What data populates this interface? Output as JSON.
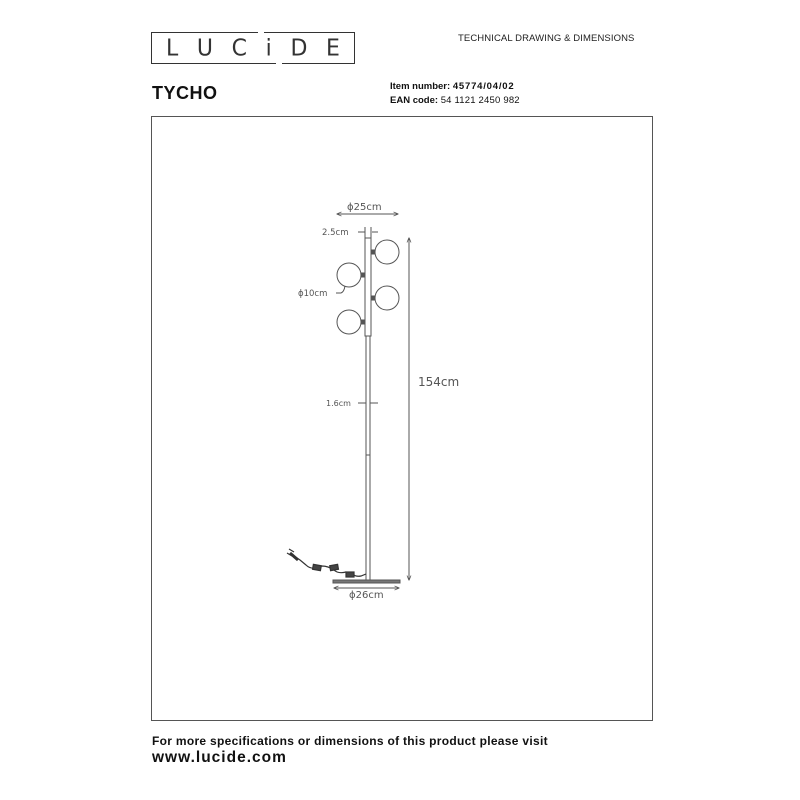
{
  "header": {
    "brand_letters": [
      "L",
      "U",
      "C",
      "i",
      "D",
      "E"
    ],
    "brand": "LUCIDE",
    "document_type": "TECHNICAL DRAWING & DIMENSIONS",
    "product_name": "TYCHO",
    "item_number_label": "Item number:",
    "item_number": "45774/04/02",
    "ean_label": "EAN code:",
    "ean": "5411212450982",
    "ean_display": "54 1121 2450 982"
  },
  "drawing": {
    "dimensions": {
      "head_width": "ϕ25cm",
      "tube_width": "2.5cm",
      "globe_diameter": "ϕ10cm",
      "total_height": "154cm",
      "pole_width": "1.6cm",
      "base_diameter": "ϕ26cm"
    },
    "globe_count": 4,
    "line_color": "#555555"
  },
  "footer": {
    "note": "For more specifications or dimensions of this product please visit",
    "url": "www.lucide.com"
  }
}
